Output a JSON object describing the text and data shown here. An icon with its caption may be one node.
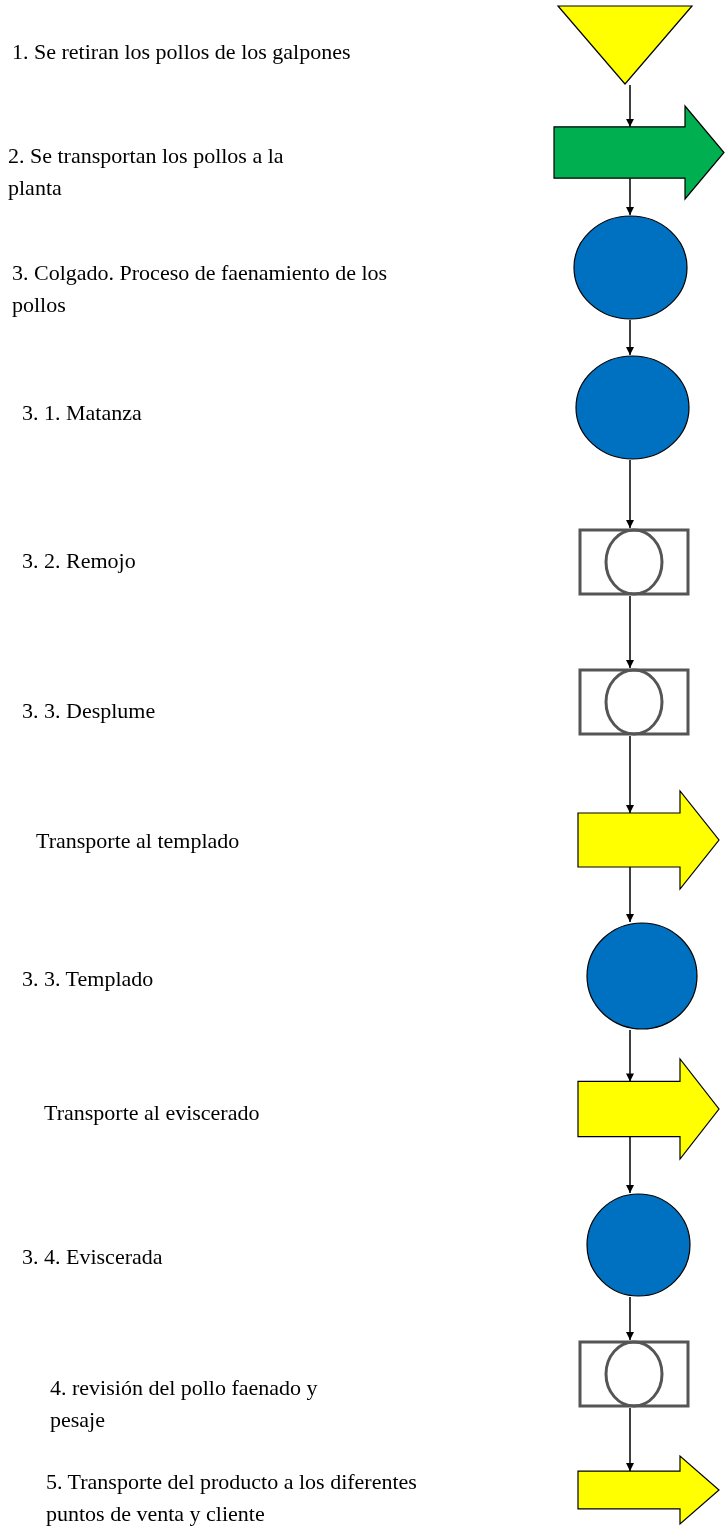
{
  "diagram": {
    "nodes": [
      {
        "text": [],
        "shape": "triangle"
      },
      {
        "text": [],
        "shape": "arrow"
      },
      {
        "text": [],
        "shape": "circle"
      },
      {
        "text": [],
        "shape": "circle"
      },
      {
        "text": [],
        "shape": "box"
      },
      {
        "text": [],
        "shape": "box"
      },
      {
        "text": [],
        "shape": "arrow"
      },
      {
        "text": [],
        "shape": "circle"
      },
      {
        "text": [],
        "shape": "arrow"
      },
      {
        "text": [],
        "shape": "circle"
      },
      {
        "text": [],
        "shape": "box"
      },
      {
        "text": [],
        "shape": "arrow"
      }
    ],
    "edges": [
      {
        "from": 0,
        "to": 1,
        "arrow": "to"
      },
      {
        "from": 1,
        "to": 2,
        "arrow": "to"
      },
      {
        "from": 2,
        "to": 3,
        "arrow": "to"
      },
      {
        "from": 3,
        "to": 4,
        "arrow": "to"
      },
      {
        "from": 4,
        "to": 5,
        "arrow": "to"
      },
      {
        "from": 5,
        "to": 6,
        "arrow": "to"
      },
      {
        "from": 6,
        "to": 7,
        "arrow": "to"
      },
      {
        "from": 7,
        "to": 8,
        "arrow": "to"
      },
      {
        "from": 8,
        "to": 9,
        "arrow": "to"
      },
      {
        "from": 9,
        "to": 10,
        "arrow": "to"
      },
      {
        "from": 10,
        "to": 11,
        "arrow": "to"
      }
    ],
    "labels": [
      "1. Se retiran los pollos de los galpones",
      "2. Se transportan los pollos a la planta",
      "3. Colgado. Proceso de faenamiento de los pollos",
      "3. 1. Matanza",
      "3. 2. Remojo",
      "3. 3. Desplume",
      "Transporte al templado",
      "3. 3. Templado",
      "Transporte al eviscerado",
      "3. 4. Eviscerada",
      "4. revisión del pollo faenado y pesaje",
      "5. Transporte del producto a los diferentes puntos de venta y cliente"
    ]
  }
}
